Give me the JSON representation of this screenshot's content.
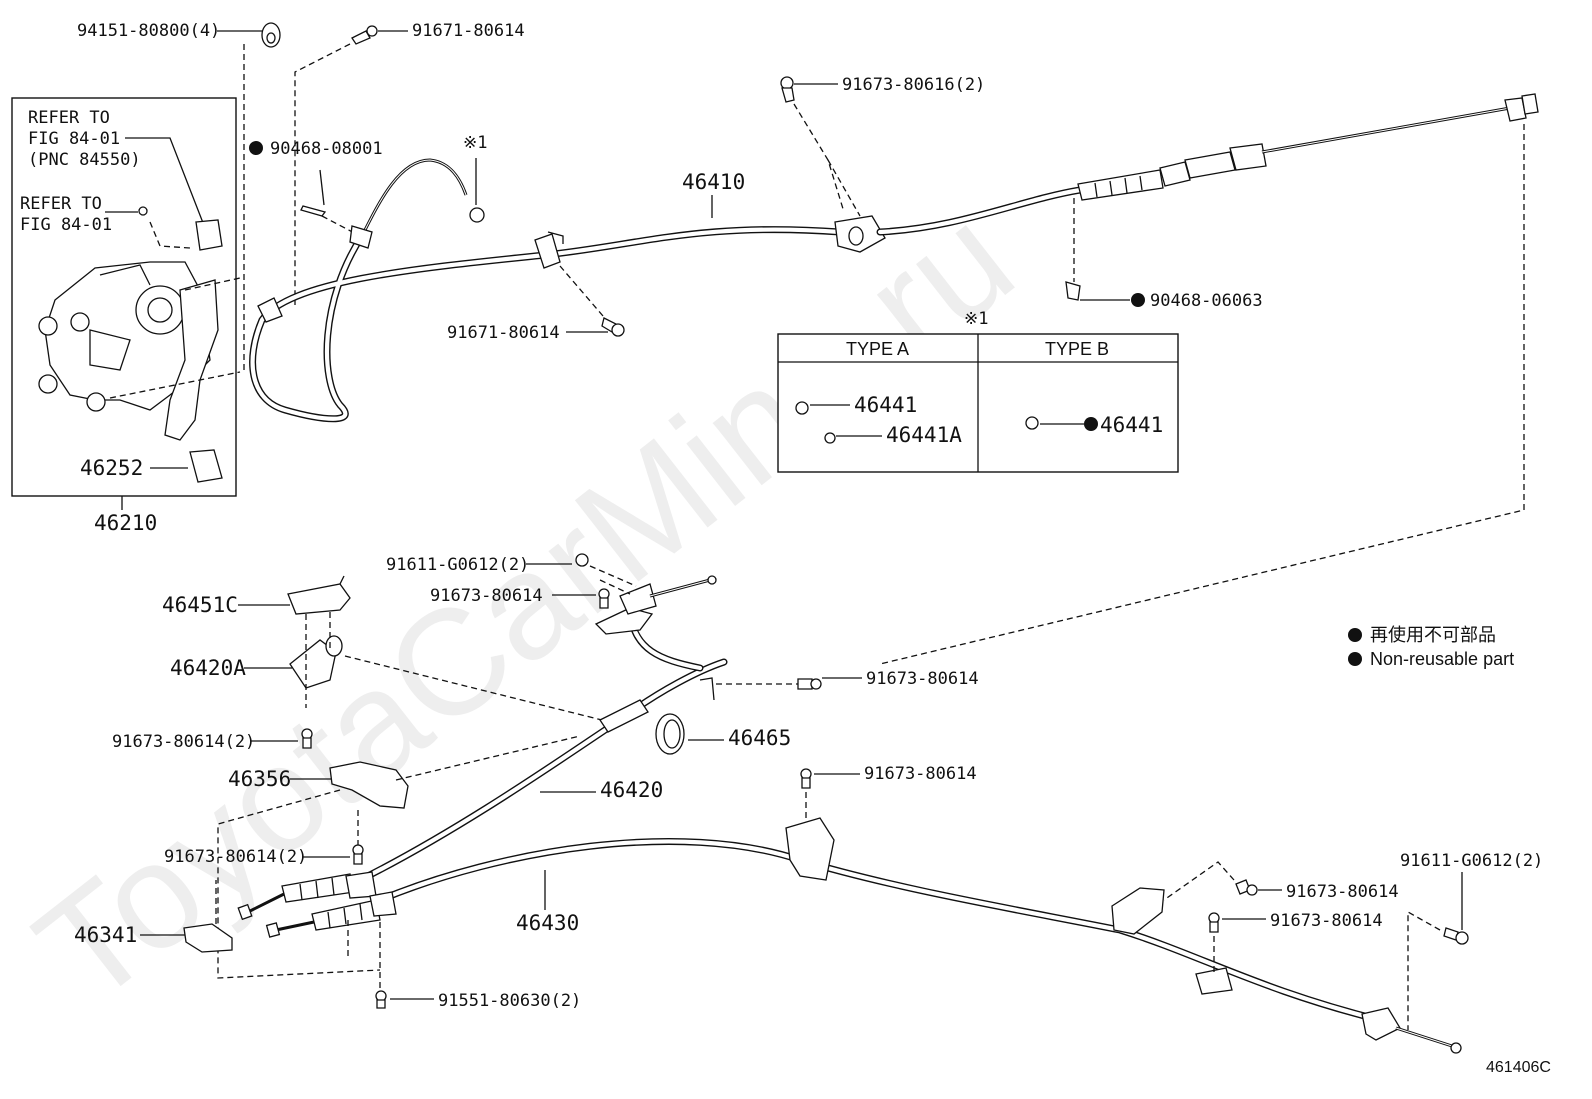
{
  "watermark": "ToyotaCarMine.ru",
  "diagram_code": "461406C",
  "legend": {
    "line_jp": "再使用不可部品",
    "line_en": "Non-reusable part"
  },
  "refer_box": {
    "ref1_line1": "REFER TO",
    "ref1_line2": "FIG 84-01",
    "ref1_line3": "(PNC 84550)",
    "ref2_line1": "REFER TO",
    "ref2_line2": "FIG 84-01",
    "part_46252": "46252",
    "assembly_46210": "46210"
  },
  "type_table": {
    "note_mark": "※1",
    "type_a_header": "TYPE A",
    "type_b_header": "TYPE B",
    "type_a_part1": "46441",
    "type_a_part2": "46441A",
    "type_b_part": "46441"
  },
  "labels": {
    "p94151": "94151-80800(4)",
    "p91671_top": "91671-80614",
    "p90468_08001": "90468-08001",
    "note_mark": "※1",
    "p46410": "46410",
    "p91673_80616": "91673-80616(2)",
    "p90468_06063": "90468-06063",
    "p91671_mid": "91671-80614",
    "p91611_top": "91611-G0612(2)",
    "p91673_left_top": "91673-80614",
    "p46451C": "46451C",
    "p46420A": "46420A",
    "p91673_right_mid": "91673-80614",
    "p91673_80614_2a": "91673-80614(2)",
    "p46465": "46465",
    "p46356": "46356",
    "p91673_center": "91673-80614",
    "p46420": "46420",
    "p91673_80614_2b": "91673-80614(2)",
    "p91611_right": "91611-G0612(2)",
    "p91673_right_a": "91673-80614",
    "p91673_right_b": "91673-80614",
    "p46341": "46341",
    "p46430": "46430",
    "p91551": "91551-80630(2)"
  }
}
